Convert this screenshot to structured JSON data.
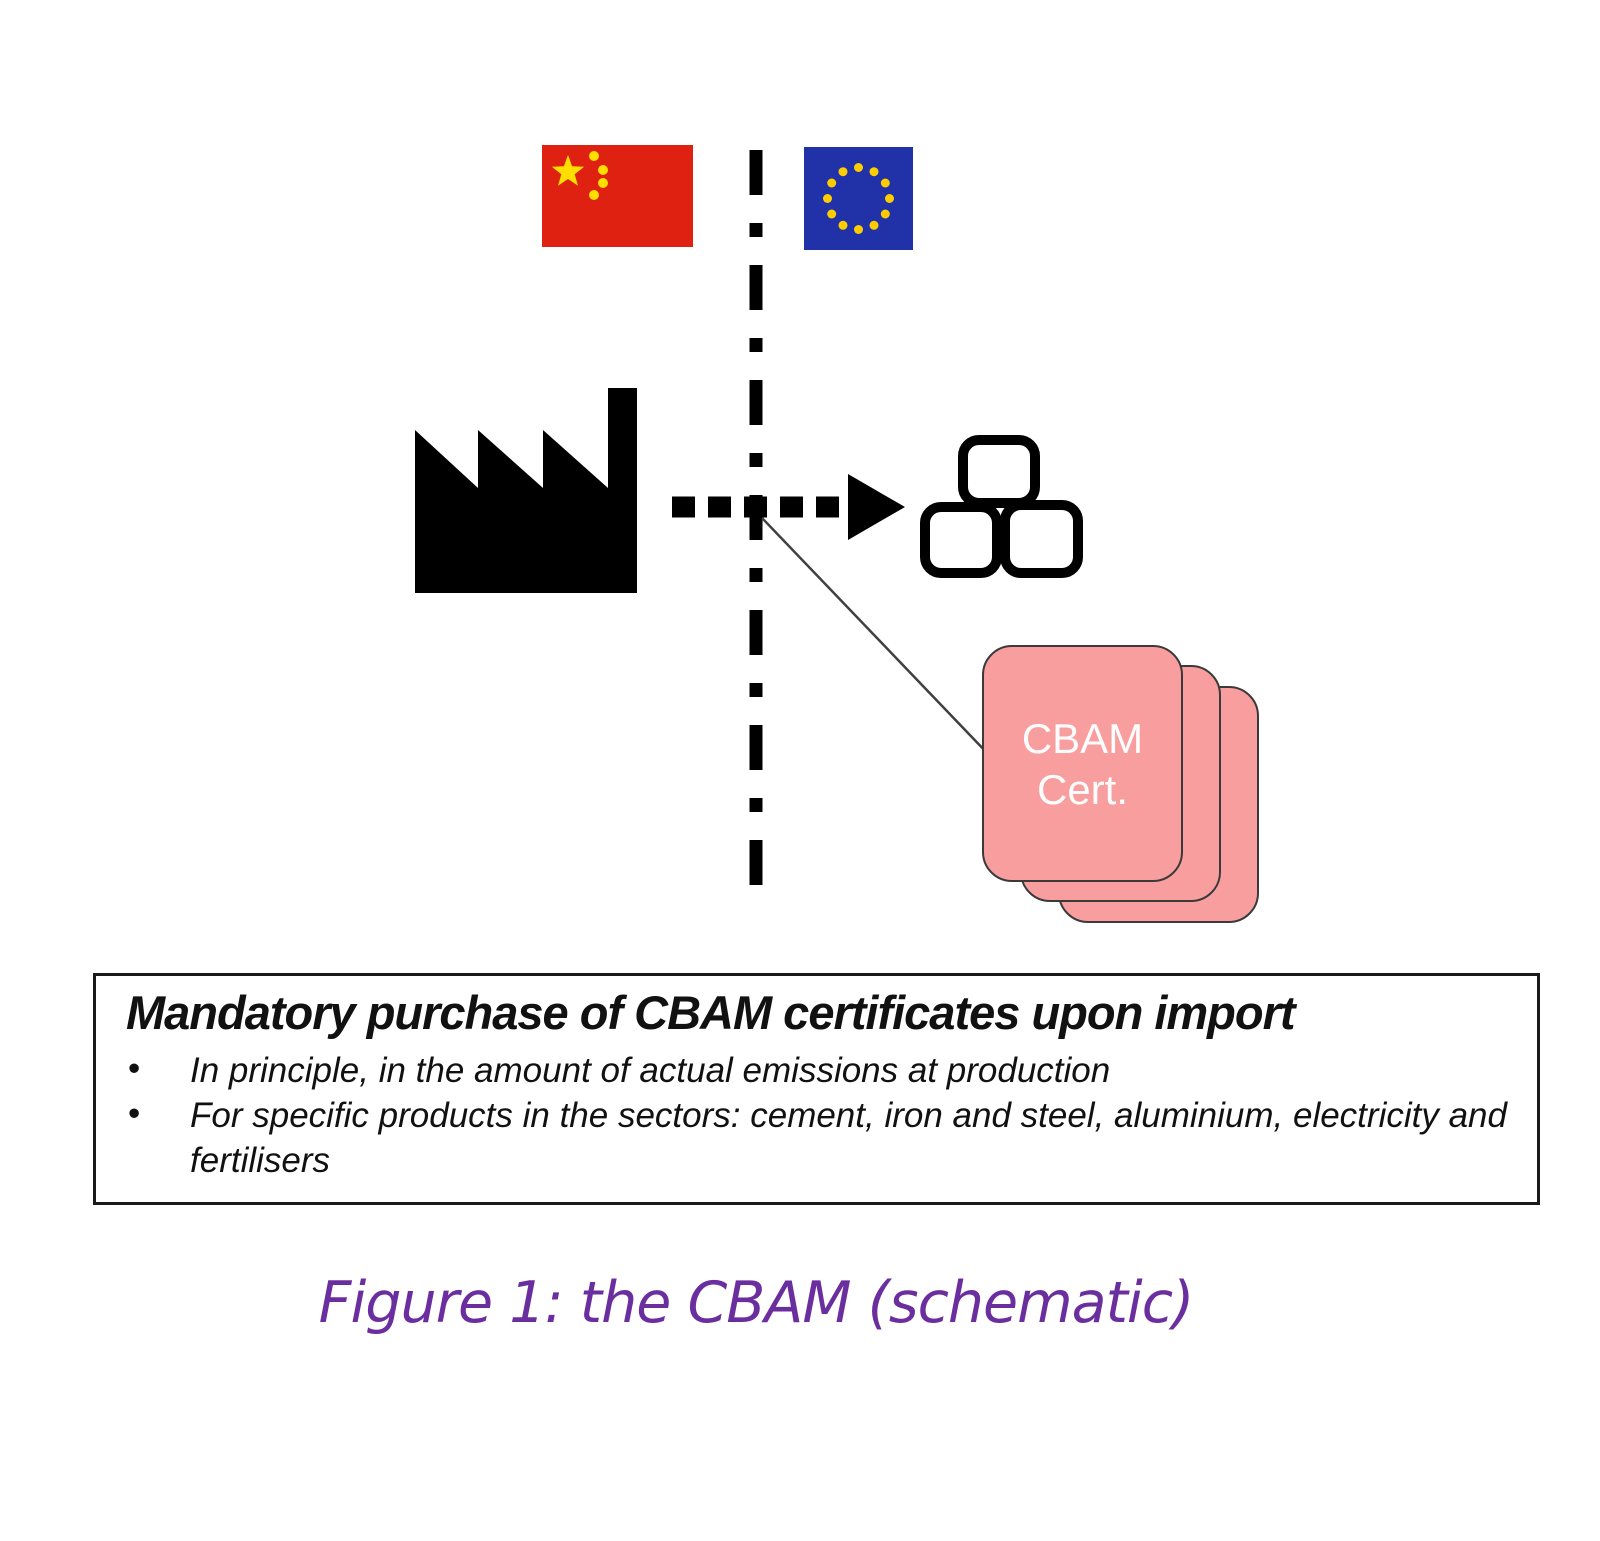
{
  "figure": {
    "certificate_stack": {
      "line1": "CBAM",
      "line2": "Cert."
    },
    "info_box": {
      "title": "Mandatory purchase of CBAM certificates upon import",
      "bullets": [
        "In principle, in the amount of actual emissions at production",
        "For specific products in the sectors: cement, iron and steel, aluminium, electricity and fertilisers"
      ]
    },
    "caption": "Figure 1: the CBAM (schematic)",
    "icons": {
      "exporter_country": "china-flag-icon",
      "importer_region": "eu-flag-icon",
      "producer": "factory-icon",
      "goods": "goods-cubes-icon",
      "flow": "dotted-arrow-icon",
      "border": "dash-dot-border-line"
    },
    "colors": {
      "certificate_pink": "#F99E9E",
      "certificate_border": "#3A3A3A",
      "caption_purple": "#6B2E9E",
      "china_flag_red": "#DE2110",
      "china_star_yellow": "#FFDE00",
      "eu_flag_blue": "#2132A8",
      "eu_star_yellow": "#FFCC00",
      "diagram_black": "#000000"
    }
  }
}
